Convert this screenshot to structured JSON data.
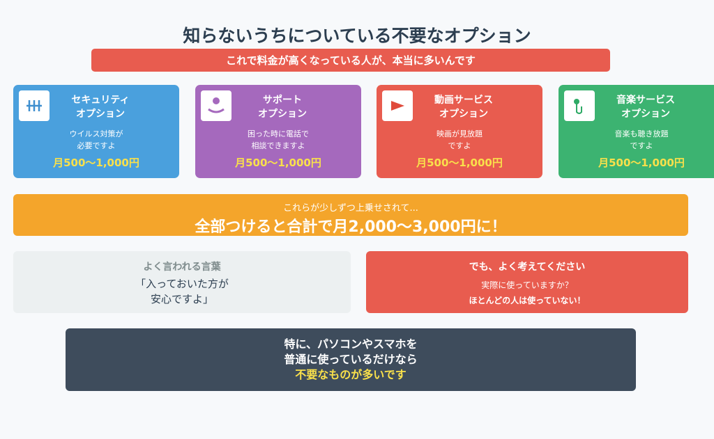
{
  "title": "知らないうちについている不要なオプション",
  "subtitle": "これで料金が高くなっている人が、本当に多いんです",
  "cards": [
    {
      "name1": "セキュリティ",
      "name2": "オプション",
      "desc1": "ウイルス対策が",
      "desc2": "必要ですよ",
      "price": "月500〜1,000円",
      "icon": "shield-lines-icon",
      "color": "#4aa0dd"
    },
    {
      "name1": "サポート",
      "name2": "オプション",
      "desc1": "困った時に電話で",
      "desc2": "相談できますよ",
      "price": "月500〜1,000円",
      "icon": "person-icon",
      "color": "#a569bd"
    },
    {
      "name1": "動画サービス",
      "name2": "オプション",
      "desc1": "映画が見放題",
      "desc2": "ですよ",
      "price": "月500〜1,000円",
      "icon": "play-icon",
      "color": "#e85c4f"
    },
    {
      "name1": "音楽サービス",
      "name2": "オプション",
      "desc1": "音楽も聴き放題",
      "desc2": "ですよ",
      "price": "月500〜1,000円",
      "icon": "earphone-icon",
      "color": "#3cb371"
    }
  ],
  "total": {
    "small": "これらが少しずつ上乗せされて...",
    "big": "全部つけると合計で月2,000〜3,000円に！"
  },
  "said": {
    "heading": "よく言われる言葉",
    "quote1": "「入っておいた方が",
    "quote2": "安心ですよ」"
  },
  "think": {
    "heading": "でも、よく考えてください",
    "question": "実際に使っていますか？",
    "answer": "ほとんどの人は使っていない！"
  },
  "bottom": {
    "line1": "特に、パソコンやスマホを",
    "line2": "普通に使っているだけなら",
    "line3": "不要なものが多いです"
  }
}
